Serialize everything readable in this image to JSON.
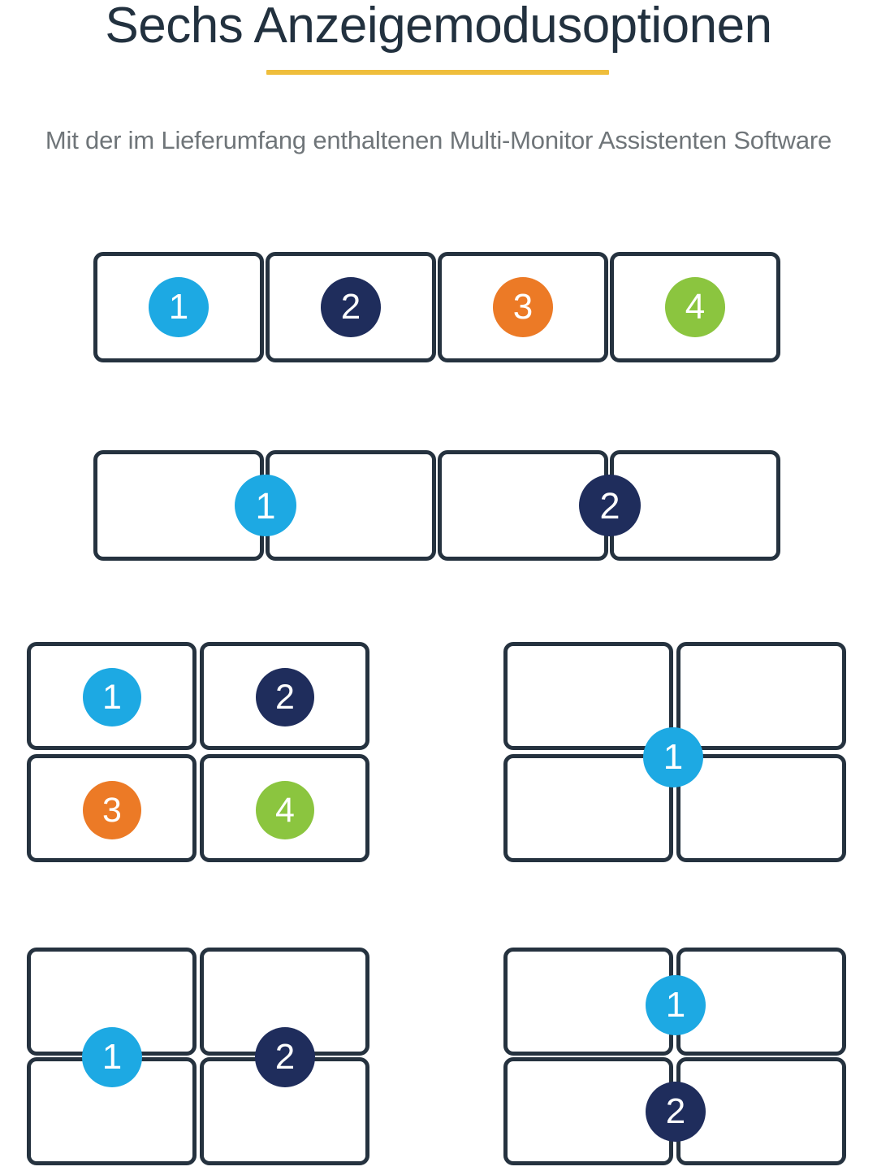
{
  "header": {
    "title": "Sechs Anzeigemodusoptionen",
    "subtitle": "Mit der im Lieferumfang enthaltenen Multi-Monitor Assistenten Software",
    "underline_color": "#efbe3c",
    "title_color": "#22313f",
    "subtitle_color": "#6f7579"
  },
  "palette": {
    "monitor_outline": "#25323f",
    "monitor_fill": "#ffffff",
    "badge_1": "#1da9e3",
    "badge_2": "#1f2d5c",
    "badge_3": "#ec7a26",
    "badge_4": "#8bc53f",
    "background": "#ffffff"
  },
  "modes": [
    {
      "id": "mode-1",
      "name": "four-separate-horizontal",
      "monitor_count": 4,
      "arrangement": "1x4",
      "badges": [
        {
          "label": "1",
          "color": "#1da9e3",
          "spans": "display-1"
        },
        {
          "label": "2",
          "color": "#1f2d5c",
          "spans": "display-2"
        },
        {
          "label": "3",
          "color": "#ec7a26",
          "spans": "display-3"
        },
        {
          "label": "4",
          "color": "#8bc53f",
          "spans": "display-4"
        }
      ]
    },
    {
      "id": "mode-2",
      "name": "two-spans-of-two-horizontal",
      "monitor_count": 4,
      "arrangement": "1x4",
      "badges": [
        {
          "label": "1",
          "color": "#1da9e3",
          "spans": "monitors-1-2"
        },
        {
          "label": "2",
          "color": "#1f2d5c",
          "spans": "monitors-3-4"
        }
      ]
    },
    {
      "id": "mode-3",
      "name": "four-separate-grid",
      "monitor_count": 4,
      "arrangement": "2x2",
      "badges": [
        {
          "label": "1",
          "color": "#1da9e3",
          "spans": "display-top-left"
        },
        {
          "label": "2",
          "color": "#1f2d5c",
          "spans": "display-top-right"
        },
        {
          "label": "3",
          "color": "#ec7a26",
          "spans": "display-bottom-left"
        },
        {
          "label": "4",
          "color": "#8bc53f",
          "spans": "display-bottom-right"
        }
      ]
    },
    {
      "id": "mode-4",
      "name": "single-span-grid",
      "monitor_count": 4,
      "arrangement": "2x2",
      "badges": [
        {
          "label": "1",
          "color": "#1da9e3",
          "spans": "all-four-monitors"
        }
      ]
    },
    {
      "id": "mode-5",
      "name": "two-vertical-spans-grid",
      "monitor_count": 4,
      "arrangement": "2x2",
      "badges": [
        {
          "label": "1",
          "color": "#1da9e3",
          "spans": "left-column"
        },
        {
          "label": "2",
          "color": "#1f2d5c",
          "spans": "right-column"
        }
      ]
    },
    {
      "id": "mode-6",
      "name": "two-horizontal-spans-grid",
      "monitor_count": 4,
      "arrangement": "2x2",
      "badges": [
        {
          "label": "1",
          "color": "#1da9e3",
          "spans": "top-row"
        },
        {
          "label": "2",
          "color": "#1f2d5c",
          "spans": "bottom-row"
        }
      ]
    }
  ]
}
